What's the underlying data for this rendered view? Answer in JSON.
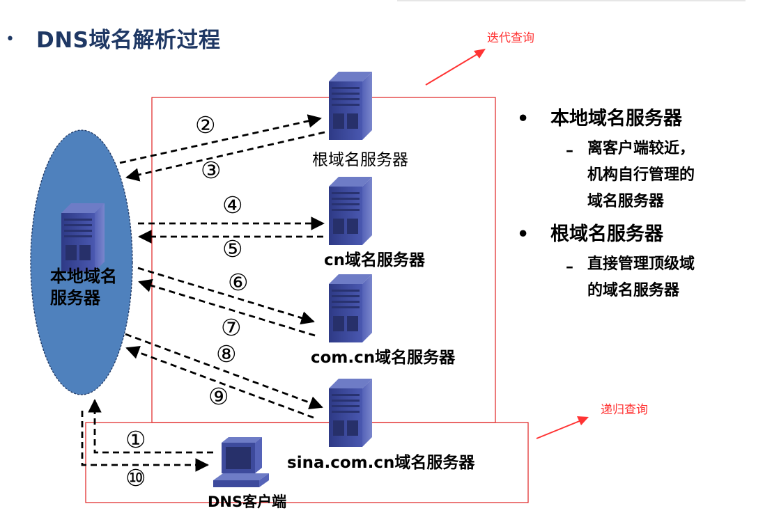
{
  "slide": {
    "title_bullet": "•",
    "title": "DNS域名解析过程"
  },
  "annotations": {
    "iterative": "迭代查询",
    "recursive": "递归查询"
  },
  "servers": {
    "root": "根域名服务器",
    "cn": "cn域名服务器",
    "comcn": "com.cn域名服务器",
    "sina": "sina.com.cn域名服务器",
    "local_line1": "本地域名",
    "local_line2": "服务器",
    "client": "DNS客户端"
  },
  "steps": [
    "①",
    "②",
    "③",
    "④",
    "⑤",
    "⑥",
    "⑦",
    "⑧",
    "⑨",
    "⑩"
  ],
  "bullets": {
    "item1": "本地域名服务器",
    "item1_sub_lines": [
      "离客户端较近，",
      "机构自行管理的",
      "域名服务器"
    ],
    "item2": "根域名服务器",
    "item2_sub_lines": [
      "直接管理顶级域",
      "的域名服务器"
    ],
    "bullet_symbol": "•",
    "dash_symbol": "–"
  },
  "colors": {
    "title": "#1f3864",
    "ellipse_fill": "#4f81bd",
    "frame": "#e02020",
    "annotation": "#ff3333",
    "server_body": "#3d4a9c"
  }
}
